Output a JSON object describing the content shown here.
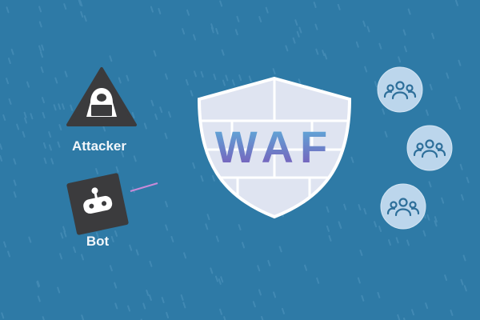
{
  "title": "WAF",
  "actors": {
    "attacker_label": "Attacker",
    "bot_label": "Bot"
  },
  "icons": [
    "hacker-icon",
    "robot-icon",
    "users-icon"
  ],
  "colors": {
    "background": "#2e7aa6",
    "shield_fill": "#dfe4f1",
    "icon_dark": "#3b3b3d",
    "user_circle": "#bcd6ec",
    "traffic_line": "#c98ad8"
  }
}
